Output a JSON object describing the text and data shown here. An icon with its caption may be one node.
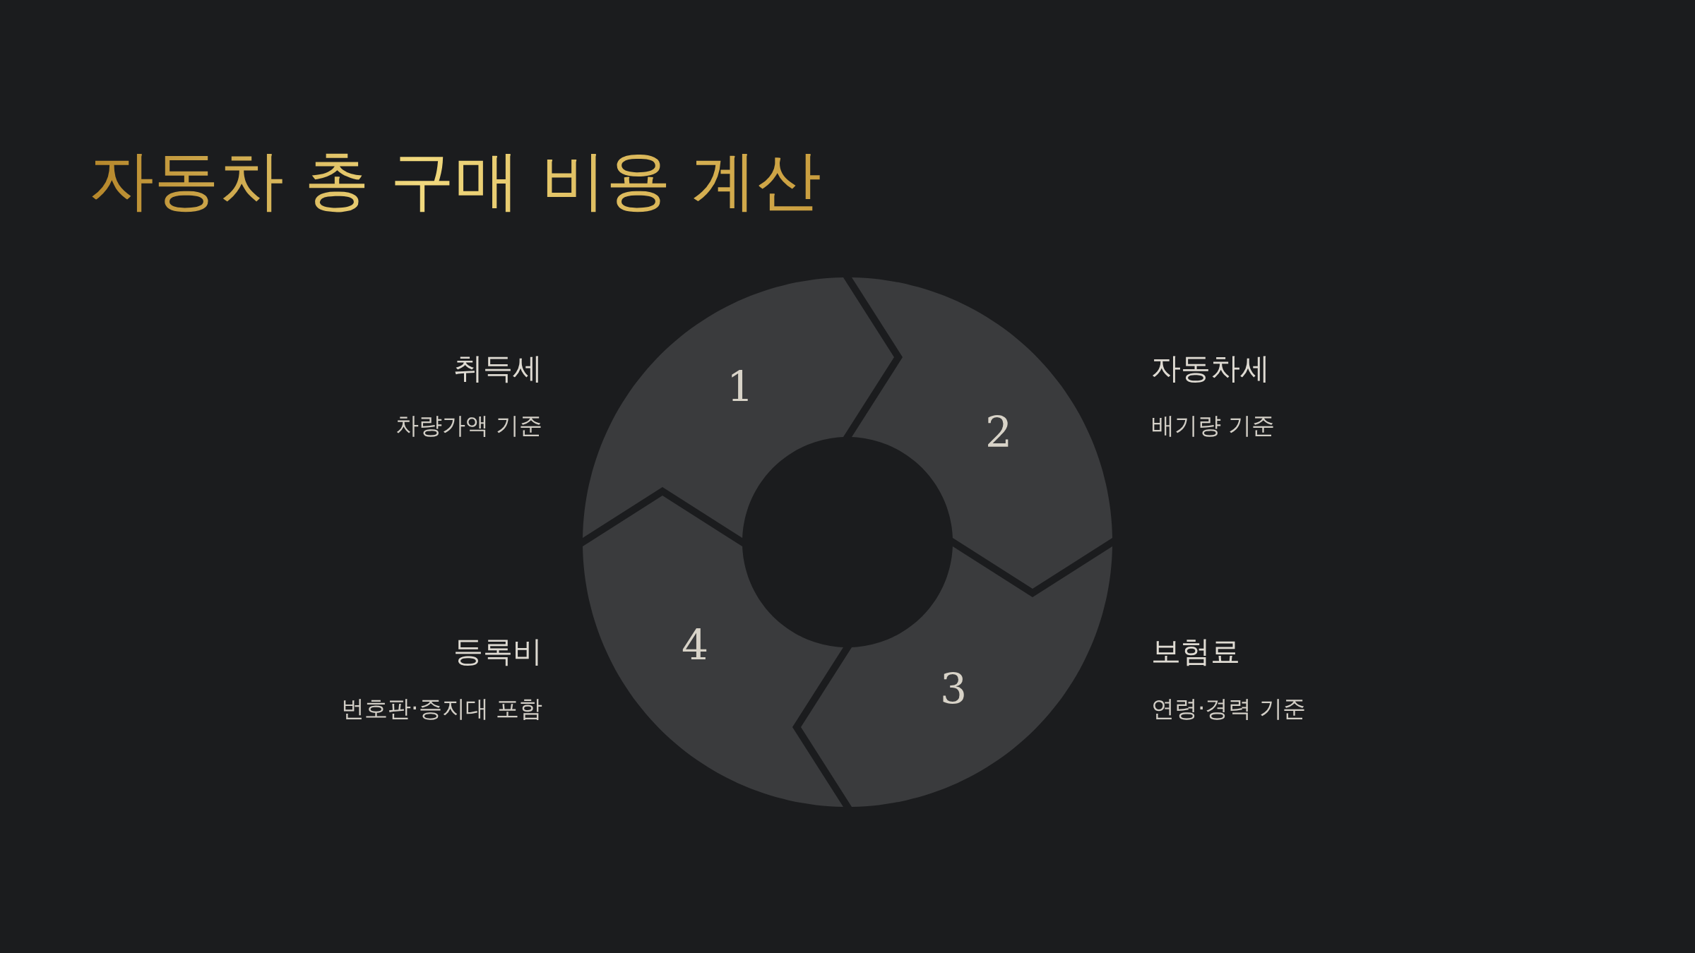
{
  "diagram": {
    "title": "자동차 총 구매 비용 계산",
    "nodes": [
      {
        "text": [
          "1"
        ],
        "beside": [
          "취득세",
          "차량가액 기준"
        ]
      },
      {
        "text": [
          "2"
        ],
        "beside": [
          "자동차세",
          "배기량 기준"
        ]
      },
      {
        "text": [
          "3"
        ],
        "beside": [
          "보험료",
          "연령·경력 기준"
        ]
      },
      {
        "text": [
          "4"
        ],
        "beside": [
          "등록비",
          "번호판·증지대 포함"
        ]
      }
    ]
  }
}
